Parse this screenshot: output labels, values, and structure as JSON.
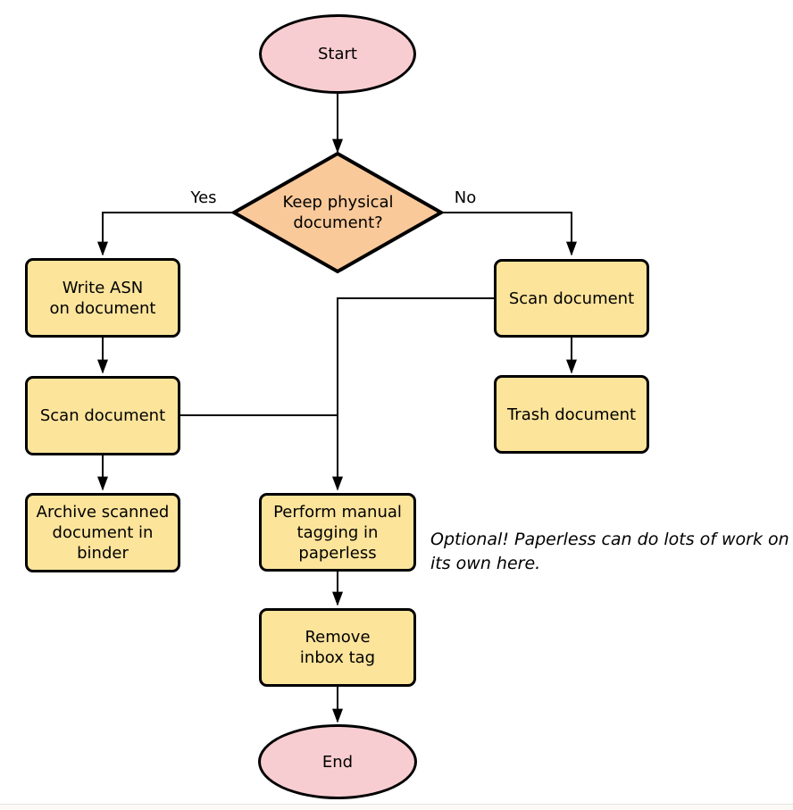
{
  "diagram": {
    "nodes": {
      "start": {
        "label": "Start",
        "type": "terminal"
      },
      "decision": {
        "label": "Keep physical\ndocument?",
        "type": "decision"
      },
      "write_asn": {
        "label": "Write ASN\non document",
        "type": "process"
      },
      "scan_left": {
        "label": "Scan document",
        "type": "process"
      },
      "archive": {
        "label": "Archive scanned\ndocument in\nbinder",
        "type": "process"
      },
      "scan_right": {
        "label": "Scan document",
        "type": "process"
      },
      "trash": {
        "label": "Trash document",
        "type": "process"
      },
      "tagging": {
        "label": "Perform manual\ntagging in\npaperless",
        "type": "process"
      },
      "remove_inbox": {
        "label": "Remove\ninbox tag",
        "type": "process"
      },
      "end": {
        "label": "End",
        "type": "terminal"
      }
    },
    "edge_labels": {
      "yes": "Yes",
      "no": "No"
    },
    "annotation": "Optional! Paperless can do lots of work on\nits own here.",
    "colors": {
      "terminal_fill": "#f8cdd1",
      "process_fill": "#fce49b",
      "decision_fill": "#f9c99a",
      "stroke": "#000000",
      "background": "#ffffff"
    }
  }
}
